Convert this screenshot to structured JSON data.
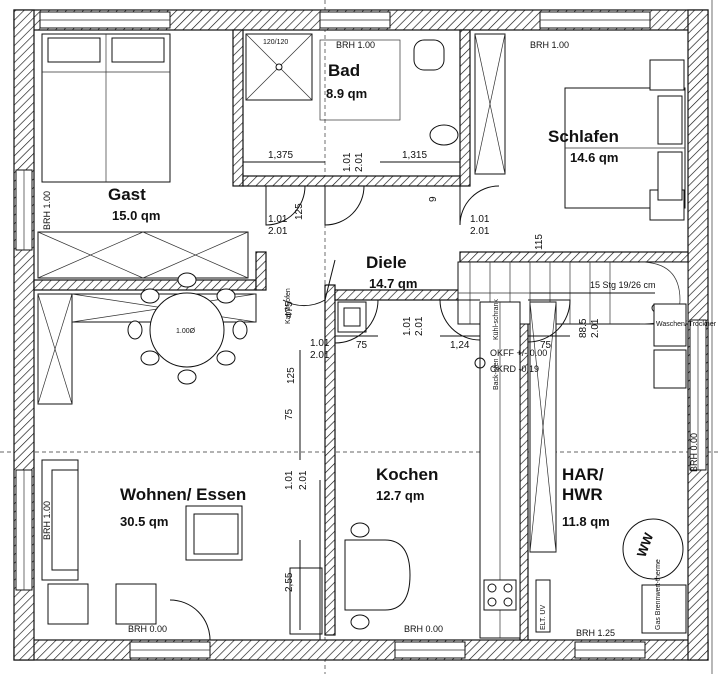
{
  "rooms": {
    "gast": {
      "name": "Gast",
      "area": "15.0 qm"
    },
    "bad": {
      "name": "Bad",
      "area": "8.9 qm"
    },
    "schlafen": {
      "name": "Schlafen",
      "area": "14.6 qm"
    },
    "diele": {
      "name": "Diele",
      "area": "14.7 qm"
    },
    "wohnen": {
      "name": "Wohnen/ Essen",
      "area": "30.5 qm"
    },
    "kochen": {
      "name": "Kochen",
      "area": "12.7 qm"
    },
    "har": {
      "name1": "HAR/",
      "name2": "HWR",
      "area": "11.8 qm"
    }
  },
  "labels": {
    "brh_bad": "BRH 1.00",
    "brh_schlafen": "BRH 1.00",
    "brh_gast": "BRH 1.00",
    "brh_right": "BRH 0.00",
    "brh_wohnen_left": "BRH 1.00",
    "brh_wohnen_bottom": "BRH 0.00",
    "brh_kochen": "BRH 0.00",
    "brh_har": "BRH 1.25",
    "shower": "120/120",
    "stairs": "15 Stg 19/26 cm",
    "okff": "OKFF +/- 0.00",
    "okrd": "OKRD -0.19",
    "table": "1.00Ø",
    "kamin": "Kamin-ofen",
    "kuehl": "Kühl-schrank",
    "backofen": "Back-ofen",
    "waschen": "Waschen/ Trockner",
    "ww": "WW",
    "brenn": "Gas Brennwert-therme",
    "elt": "ELT. UV"
  },
  "dims": {
    "d137": "1,375",
    "d131": "1,315",
    "bad_door_top": "1.01",
    "bad_door_bot": "2.01",
    "gast_door_top": "1.01",
    "gast_door_bot": "2.01",
    "schl_door_top": "1.01",
    "schl_door_bot": "2.01",
    "d115": "115",
    "d125a": "125",
    "d9": "9",
    "d475": "475",
    "wohn_door_top": "1.01",
    "wohn_door_bot": "2.01",
    "d125b": "125",
    "d75a": "75",
    "d75b": "75",
    "d75c": "75",
    "kochen_door_top": "1.01",
    "kochen_door_bot": "2.01",
    "d124": "1,24",
    "har_door_top": "88.5",
    "har_door_bot": "2.01",
    "wohn_win_top": "1.01",
    "wohn_win_bot": "2.01",
    "d255": "2,55"
  }
}
